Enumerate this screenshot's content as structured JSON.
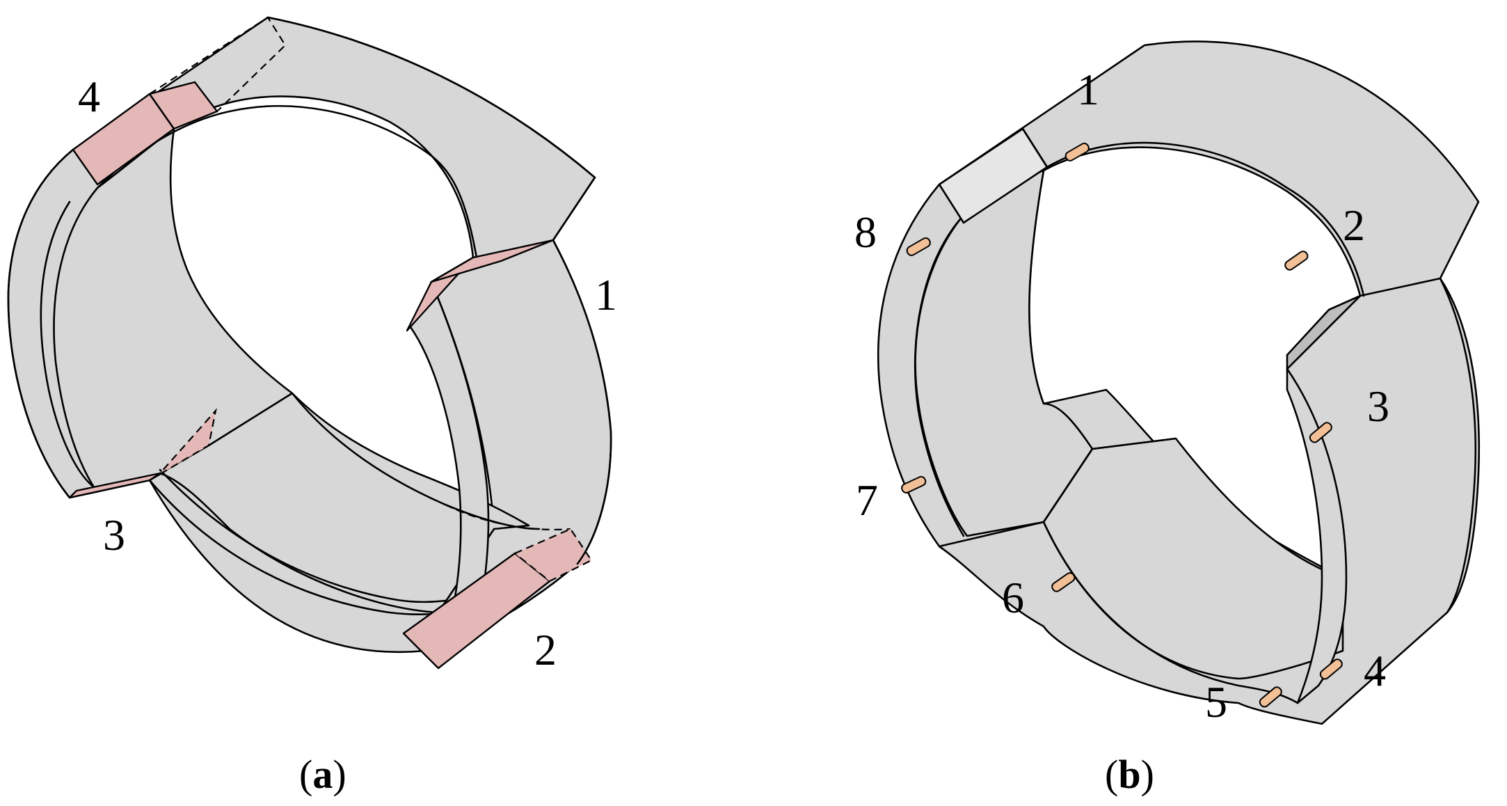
{
  "panel_a": {
    "caption": {
      "open": "(",
      "letter": "a",
      "close": ")"
    },
    "labels": [
      "1",
      "2",
      "3",
      "4"
    ]
  },
  "panel_b": {
    "caption": {
      "open": "(",
      "letter": "b",
      "close": ")"
    },
    "labels": [
      "1",
      "2",
      "3",
      "4",
      "5",
      "6",
      "7",
      "8"
    ]
  },
  "colors": {
    "segment_face": "#d7d7d7",
    "joint_fill": "#e5b8b8",
    "bolt_fill": "#f2c096",
    "outline": "#000000"
  }
}
